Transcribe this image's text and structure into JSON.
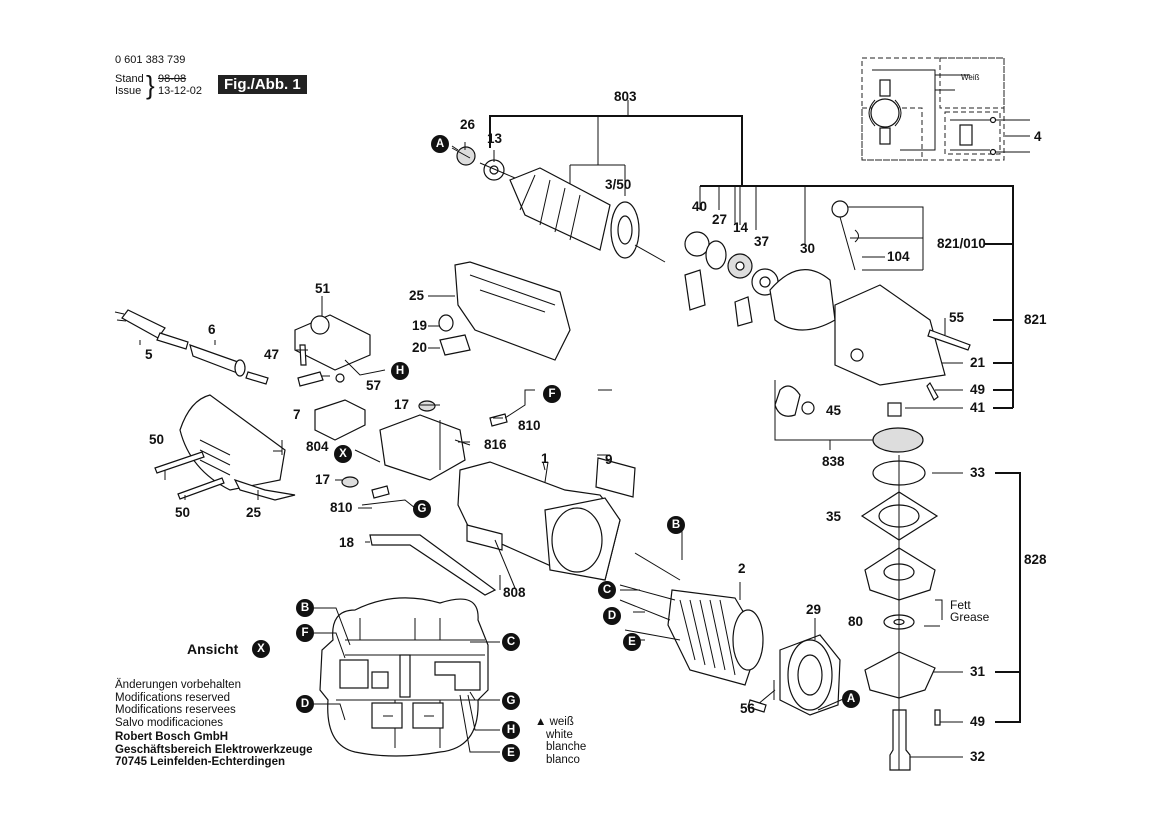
{
  "header": {
    "part_number": "0 601 383 739",
    "stand_label": "Stand",
    "issue_label": "Issue",
    "stand_date_struck": "98-08",
    "issue_date": "13-12-02",
    "figure_label": "Fig./Abb. 1"
  },
  "wiring": {
    "wire_label": "Weiß",
    "part_ref": "4"
  },
  "part_labels": {
    "p803": "803",
    "p26": "26",
    "p13": "13",
    "p3_50": "3/50",
    "p40": "40",
    "p27": "27",
    "p14": "14",
    "p37": "37",
    "p30": "30",
    "p821_010": "821/010",
    "p104": "104",
    "p821": "821",
    "p55": "55",
    "p21": "21",
    "p49a": "49",
    "p41": "41",
    "p45": "45",
    "p838": "838",
    "p33": "33",
    "p35": "35",
    "p828": "828",
    "p80": "80",
    "p31": "31",
    "p49b": "49",
    "p32": "32",
    "p51": "51",
    "p25a": "25",
    "p19": "19",
    "p20": "20",
    "p6": "6",
    "p5": "5",
    "p47": "47",
    "p57": "57",
    "p7": "7",
    "p17a": "17",
    "p810a": "810",
    "p816": "816",
    "p804": "804",
    "p9": "9",
    "p1": "1",
    "p50a": "50",
    "p50b": "50",
    "p25b": "25",
    "p17b": "17",
    "p810b": "810",
    "p18": "18",
    "p808": "808",
    "p2": "2",
    "p29": "29",
    "p56": "56"
  },
  "connectors": {
    "A": "A",
    "B": "B",
    "C": "C",
    "D": "D",
    "E": "E",
    "F": "F",
    "G": "G",
    "H": "H",
    "X": "X"
  },
  "grease_note": {
    "de": "Fett",
    "en": "Grease"
  },
  "view_label": "Ansicht",
  "legend_white": {
    "marker": "▲",
    "lines": [
      "weiß",
      "white",
      "blanche",
      "blanco"
    ]
  },
  "footer": {
    "notices": [
      "Änderungen vorbehalten",
      "Modifications reserved",
      "Modifications reservees",
      "Salvo modificaciones"
    ],
    "company": [
      "Robert Bosch GmbH",
      "Geschäftsbereich Elektrowerkzeuge",
      "70745 Leinfelden-Echterdingen"
    ]
  }
}
